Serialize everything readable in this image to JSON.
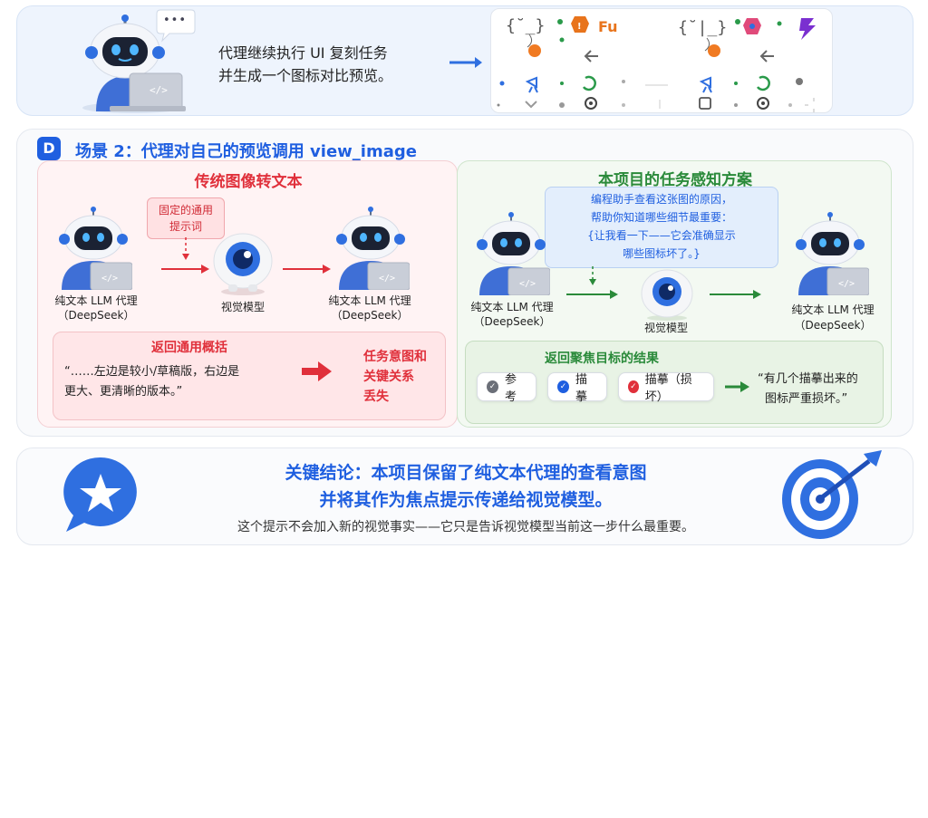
{
  "top": {
    "line1": "代理继续执行 UI 复刻任务",
    "line2": "并生成一个图标对比预览。",
    "speech": "•••",
    "code_glyph": "</>",
    "ui_fu": "Fu"
  },
  "scenario": {
    "badge": "D",
    "title": "场景 2：代理对自己的预览调用 view_image"
  },
  "left": {
    "title": "传统图像转文本",
    "prompt_box_line1": "固定的通用",
    "prompt_box_line2": "提示词",
    "agent1_line1": "纯文本 LLM 代理",
    "agent1_line2": "（DeepSeek）",
    "vision_label": "视觉模型",
    "agent2_line1": "纯文本 LLM 代理",
    "agent2_line2": "（DeepSeek）",
    "result_title": "返回通用概括",
    "quote_line1": "“……左边是较小/草稿版，右边是",
    "quote_line2": "更大、更清晰的版本。”",
    "loss_line1": "任务意图和",
    "loss_line2": "关键关系",
    "loss_line3": "丢失"
  },
  "right": {
    "title": "本项目的任务感知方案",
    "bubble_line1": "编程助手查看这张图的原因，",
    "bubble_line2": "帮助你知道哪些细节最重要：",
    "bubble_line3": "{让我看一下——它会准确显示",
    "bubble_line4": "哪些图标坏了。}",
    "agent1_line1": "纯文本 LLM 代理",
    "agent1_line2": "（DeepSeek）",
    "vision_label": "视觉模型",
    "agent2_line1": "纯文本 LLM 代理",
    "agent2_line2": "（DeepSeek）",
    "result_title": "返回聚焦目标的结果",
    "chip_ref": "参考",
    "chip_trace": "描摹",
    "chip_broken": "描摹（损坏）",
    "quote_line1": "“有几个描摹出来的",
    "quote_line2": "图标严重损坏。”"
  },
  "conclusion": {
    "line1": "关键结论：本项目保留了纯文本代理的查看意图",
    "line2": "并将其作为焦点提示传递给视觉模型。",
    "line3": "这个提示不会加入新的视觉事实——它只是告诉视觉模型当前这一步什么最重要。"
  },
  "colors": {
    "blue": "#1f5fe0",
    "red": "#e0303b",
    "green": "#2a8a3a",
    "orange": "#e8741c",
    "purple": "#7a2fd0"
  }
}
